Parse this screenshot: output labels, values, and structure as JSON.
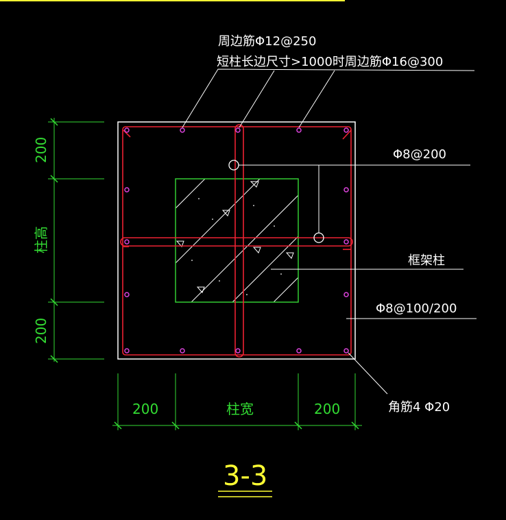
{
  "colors": {
    "background": "#000000",
    "outline": "#ffffff",
    "rebar": "#ee2233",
    "rebar_dot": "#dd44dd",
    "concrete": "#33cc33",
    "dimension": "#33dd33",
    "leader": "#ffffff",
    "title": "#ffff33"
  },
  "labels": {
    "perimeter_bar": "周边筋Φ12@250",
    "short_column_note": "短柱长边尺寸>1000时周边筋Φ16@300",
    "tie_bar": "Φ8@200",
    "frame_column": "框架柱",
    "stirrup": "Φ8@100/200",
    "corner_bar": "角筋4 Φ20"
  },
  "dimensions": {
    "top": "200",
    "middle_vertical": "柱高",
    "bottom": "200",
    "left": "200",
    "middle_horizontal": "柱宽",
    "right": "200"
  },
  "section_title": "3-3"
}
